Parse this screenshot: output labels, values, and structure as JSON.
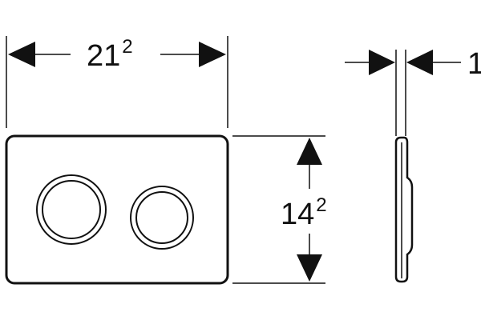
{
  "dimensions": {
    "width": {
      "base": "21",
      "sup": "2"
    },
    "height": {
      "base": "14",
      "sup": "2"
    },
    "depth": {
      "base": "1"
    }
  },
  "colors": {
    "line": "#111111",
    "background": "#ffffff"
  }
}
